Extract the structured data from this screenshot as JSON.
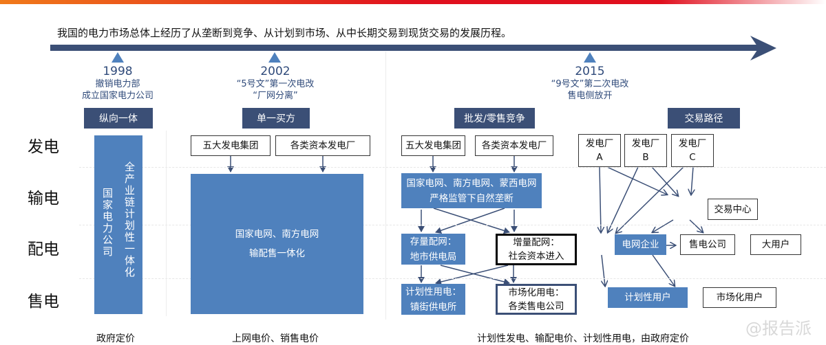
{
  "headline": "我国的电力市场总体上经历了从垄断到竞争、从计划到市场、从中长期交易到现货交易的发展历程。",
  "rows": [
    "发电",
    "输电",
    "配电",
    "售电"
  ],
  "eras": [
    {
      "year": "1998",
      "line1": "撤销电力部",
      "line2": "成立国家电力公司",
      "phase": "纵向一体"
    },
    {
      "year": "2002",
      "line1": "“5号文”第一次电改",
      "line2": "“厂网分离”",
      "phase": "单一买方"
    },
    {
      "year": "2015",
      "line1": "“9号文”第二次电改",
      "line2": "售电侧放开",
      "phase": "批发/零售竞争"
    },
    {
      "phase": "交易路径"
    }
  ],
  "col1": {
    "left": "国家电力公司",
    "right": "全产业链计划性一体化",
    "footer": "政府定价"
  },
  "col2": {
    "gen1": "五大发电集团",
    "gen2": "各类资本发电厂",
    "grid1": "国家电网、南方电网",
    "grid2": "输配售一体化",
    "footer": "上网电价、销售电价"
  },
  "col3": {
    "gen1": "五大发电集团",
    "gen2": "各类资本发电厂",
    "grid1": "国家电网、南方电网、蒙西电网",
    "grid2": "严格监管下自然垄断",
    "dist1a": "存量配网：",
    "dist1b": "地市供电局",
    "dist2a": "增量配网：",
    "dist2b": "社会资本进入",
    "sale1a": "计划性用电：",
    "sale1b": "镇街供电所",
    "sale2a": "市场化用电：",
    "sale2b": "各类售电公司",
    "footer": "计划性发电、输配电价、计划性用电，由政府定价"
  },
  "col4": {
    "plantA1": "发电厂",
    "plantA2": "A",
    "plantB1": "发电厂",
    "plantB2": "B",
    "plantC1": "发电厂",
    "plantC2": "C",
    "exchange": "交易中心",
    "grid": "电网企业",
    "retailer": "售电公司",
    "bigUser": "大用户",
    "planUser": "计划性用户",
    "marketUser": "市场化用户"
  },
  "watermark": "@报告派",
  "colors": {
    "blue": "#4f81bd",
    "navy": "#3b4f76"
  }
}
